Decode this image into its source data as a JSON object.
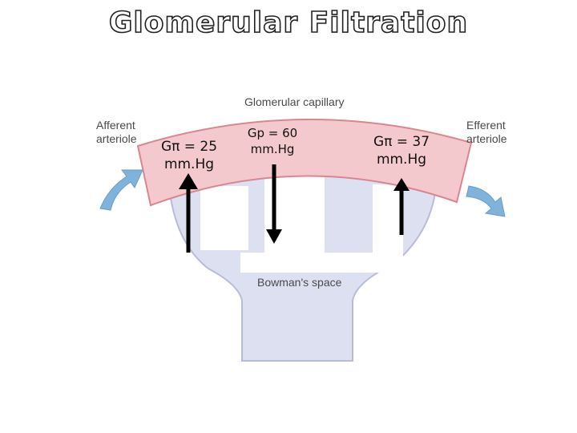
{
  "title": "Glomerular Filtration",
  "anatomy": {
    "capillary": "Glomerular capillary",
    "afferent_line1": "Afferent",
    "afferent_line2": "arteriole",
    "efferent_line1": "Efferent",
    "efferent_line2": "arteriole",
    "bowman": "Bowman's space"
  },
  "pressures": [
    {
      "line1": "Gπ = 25",
      "line2": "mm.Hg",
      "direction": "up"
    },
    {
      "line1": "Gp = 60",
      "line2": "mm.Hg",
      "direction": "down"
    },
    {
      "line1": "Gπ = 37",
      "line2": "mm.Hg",
      "direction": "up"
    }
  ],
  "colors": {
    "capillary_fill": "#f4c9cd",
    "capillary_stroke": "#d9868f",
    "bowman_fill": "#dde0f1",
    "bowman_stroke": "#b9bcd8",
    "flow_arrow": "#7fb3dc",
    "arrow": "#000000"
  }
}
